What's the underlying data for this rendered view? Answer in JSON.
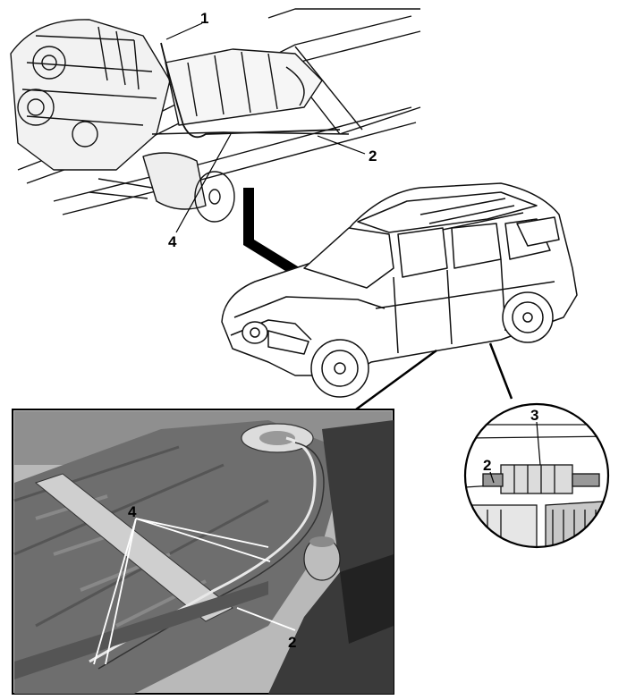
{
  "callouts": {
    "engine_fuel_line": "1",
    "engine_brake_line": "2",
    "engine_clip": "4",
    "detail_pump": "3",
    "detail_pipe": "2",
    "photo_clips": "4",
    "photo_pipe": "2"
  }
}
